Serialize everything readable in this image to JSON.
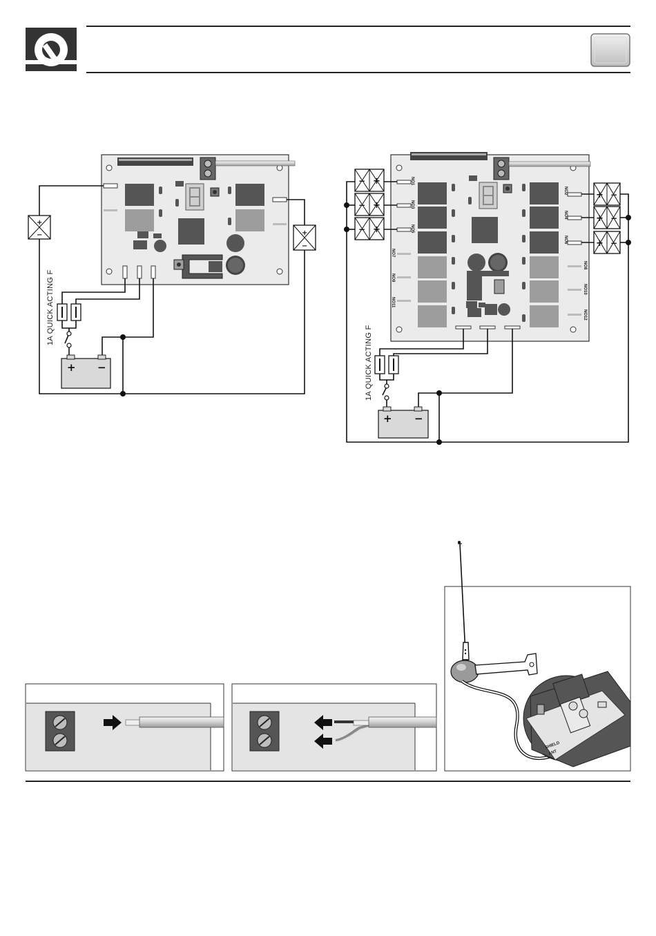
{
  "header": {
    "logo": "Q logo",
    "badge": ""
  },
  "left_diagram": {
    "fuse_label": "1A QUICK ACTING F",
    "battery_plus": "+",
    "battery_minus": "−",
    "motor_plus": "+",
    "motor_minus": "−"
  },
  "right_diagram": {
    "fuse_label": "1A QUICK ACTING F",
    "battery_plus": "+",
    "battery_minus": "−",
    "outputs_left": [
      "NO1",
      "NO3",
      "NO5",
      "NO7",
      "NO9",
      "NO11"
    ],
    "outputs_right": [
      "NO2",
      "NO4",
      "NO6",
      "NO8",
      "NO10",
      "NO12"
    ],
    "terminal_plus": "+",
    "terminal_minus": "−"
  },
  "wiring_steps": [
    {
      "step": "insert",
      "icon": "arrow-right-icon"
    },
    {
      "step": "remove",
      "icon": "arrow-left-icon"
    }
  ],
  "antenna_detail": {
    "labels": [
      "SHIELD",
      "ANT"
    ]
  },
  "colors": {
    "board": "#e9e9e9",
    "relay": "#555555",
    "relay_light": "#9d9d9d",
    "wire": "#111111"
  }
}
